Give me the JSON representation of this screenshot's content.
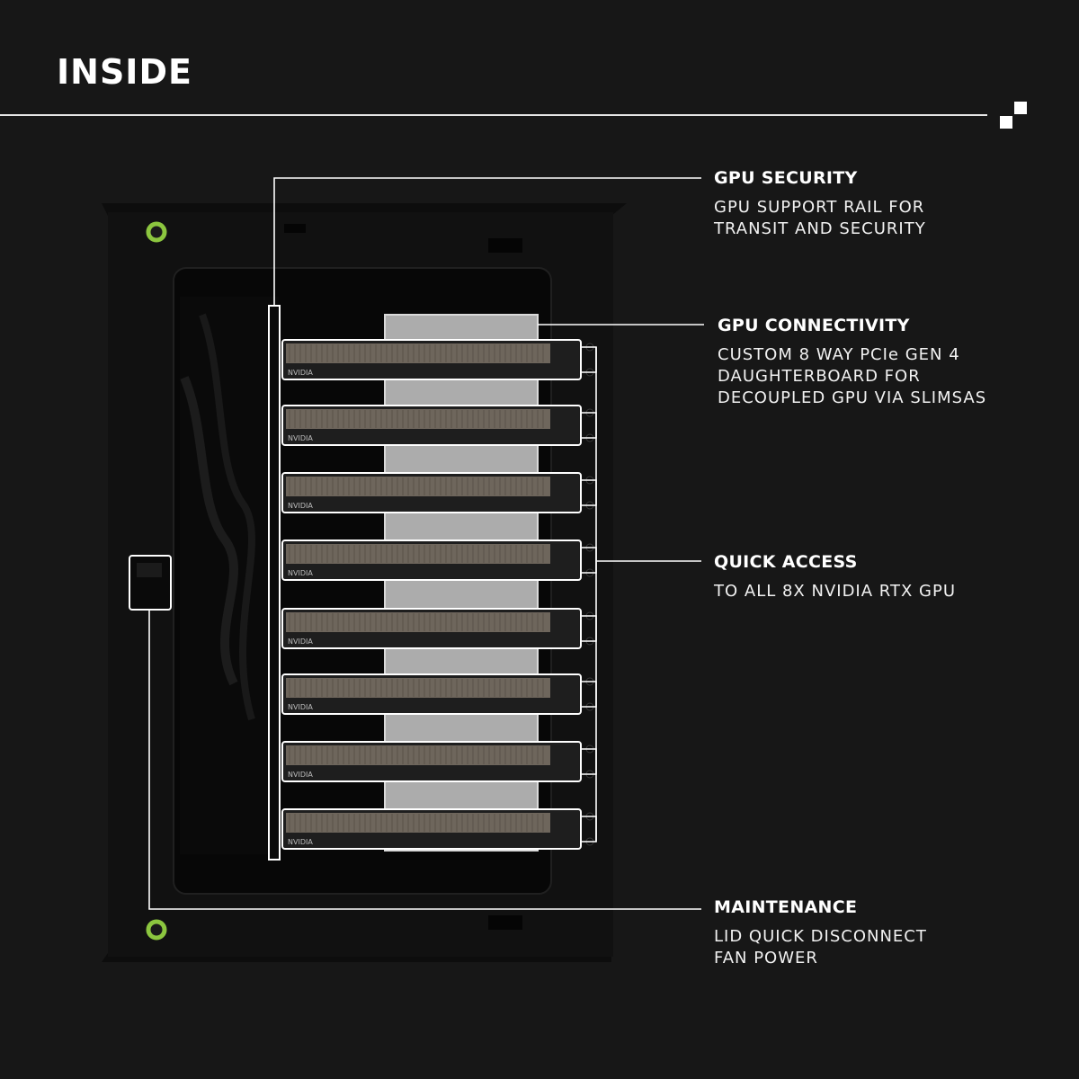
{
  "page": {
    "title": "INSIDE"
  },
  "callouts": [
    {
      "id": "gpu-security",
      "heading": "GPU SECURITY",
      "description": "GPU SUPPORT RAIL FOR\nTRANSIT AND SECURITY"
    },
    {
      "id": "gpu-connectivity",
      "heading": "GPU CONNECTIVITY",
      "description": "CUSTOM 8 WAY PCIe GEN 4\nDAUGHTERBOARD FOR\nDECOUPLED GPU VIA SLIMSAS"
    },
    {
      "id": "quick-access",
      "heading": "QUICK ACCESS",
      "description": "TO ALL 8X NVIDIA RTX GPU"
    },
    {
      "id": "maintenance",
      "heading": "MAINTENANCE",
      "description": "LID QUICK DISCONNECT\nFAN POWER"
    }
  ],
  "gpu_cards": {
    "brand_label": "NVIDIA",
    "count": 8
  },
  "colors": {
    "background": "#171717",
    "accent_green": "#8cc63f",
    "highlight_line": "#ffffff"
  },
  "icons": [
    "brand-logo-icon",
    "mounting-screw-icon"
  ]
}
